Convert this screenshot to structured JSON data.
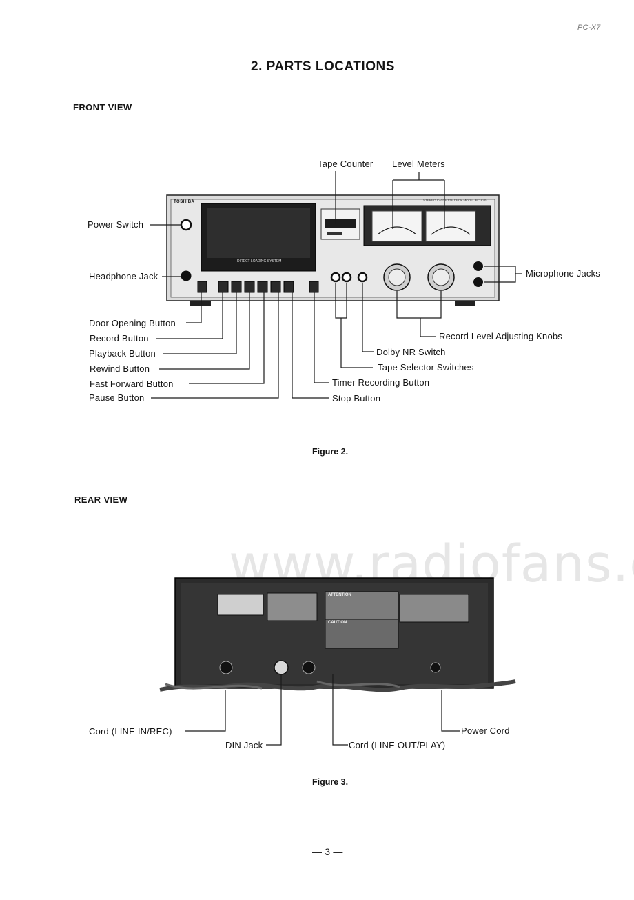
{
  "corner_mark": "PC-X7",
  "title": "2. PARTS LOCATIONS",
  "front_view": {
    "heading": "FRONT VIEW",
    "device": {
      "brand": "TOSHIBA",
      "model_text": "STEREO CASSETTE DECK MODEL PC-X20",
      "door_text": "DIRECT LOADING SYSTEM"
    },
    "labels": {
      "tape_counter": "Tape Counter",
      "level_meters": "Level Meters",
      "power_switch": "Power Switch",
      "headphone_jack": "Headphone Jack",
      "microphone_jacks": "Microphone Jacks",
      "door_opening_button": "Door Opening Button",
      "record_button": "Record Button",
      "playback_button": "Playback Button",
      "rewind_button": "Rewind Button",
      "fast_forward_button": "Fast Forward Button",
      "pause_button": "Pause Button",
      "record_level_knobs": "Record Level Adjusting Knobs",
      "dolby_switch": "Dolby NR Switch",
      "tape_selector": "Tape Selector Switches",
      "timer_button": "Timer Recording Button",
      "stop_button": "Stop Button"
    },
    "caption": "Figure 2."
  },
  "rear_view": {
    "heading": "REAR VIEW",
    "labels": {
      "cord_line_in": "Cord (LINE IN/REC)",
      "din_jack": "DIN Jack",
      "cord_line_out": "Cord (LINE OUT/PLAY)",
      "power_cord": "Power Cord"
    },
    "panel_text": {
      "attention": "ATTENTION",
      "caution": "CAUTION"
    },
    "caption": "Figure 3."
  },
  "page_number": "— 3 —",
  "watermark": "www.radiofans.c"
}
